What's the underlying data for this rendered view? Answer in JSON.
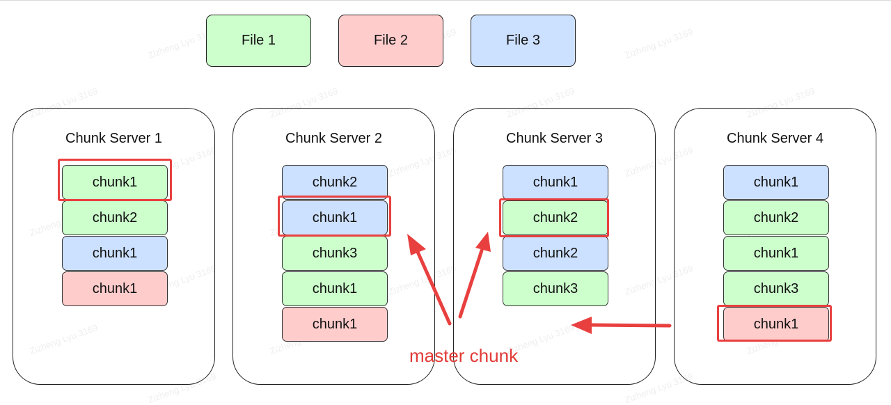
{
  "files": [
    {
      "label": "File 1",
      "color": "#ccffcc"
    },
    {
      "label": "File 2",
      "color": "#ffcccc"
    },
    {
      "label": "File 3",
      "color": "#cce0ff"
    }
  ],
  "servers": [
    {
      "title": "Chunk Server 1",
      "chunks": [
        {
          "label": "chunk1",
          "file": "green",
          "master": true
        },
        {
          "label": "chunk2",
          "file": "green"
        },
        {
          "label": "chunk1",
          "file": "blue"
        },
        {
          "label": "chunk1",
          "file": "red"
        }
      ]
    },
    {
      "title": "Chunk Server 2",
      "chunks": [
        {
          "label": "chunk2",
          "file": "blue"
        },
        {
          "label": "chunk1",
          "file": "blue",
          "master": true
        },
        {
          "label": "chunk3",
          "file": "green"
        },
        {
          "label": "chunk1",
          "file": "green"
        },
        {
          "label": "chunk1",
          "file": "red"
        }
      ]
    },
    {
      "title": "Chunk Server 3",
      "chunks": [
        {
          "label": "chunk1",
          "file": "blue"
        },
        {
          "label": "chunk2",
          "file": "green",
          "master": true
        },
        {
          "label": "chunk2",
          "file": "blue"
        },
        {
          "label": "chunk3",
          "file": "green"
        }
      ]
    },
    {
      "title": "Chunk Server 4",
      "chunks": [
        {
          "label": "chunk1",
          "file": "blue"
        },
        {
          "label": "chunk2",
          "file": "green"
        },
        {
          "label": "chunk1",
          "file": "green"
        },
        {
          "label": "chunk3",
          "file": "green"
        },
        {
          "label": "chunk1",
          "file": "red",
          "master": true
        }
      ]
    }
  ],
  "annotation": {
    "label": "master chunk",
    "color": "#e23a36"
  },
  "watermark": "Zizheng Lyu 3169"
}
